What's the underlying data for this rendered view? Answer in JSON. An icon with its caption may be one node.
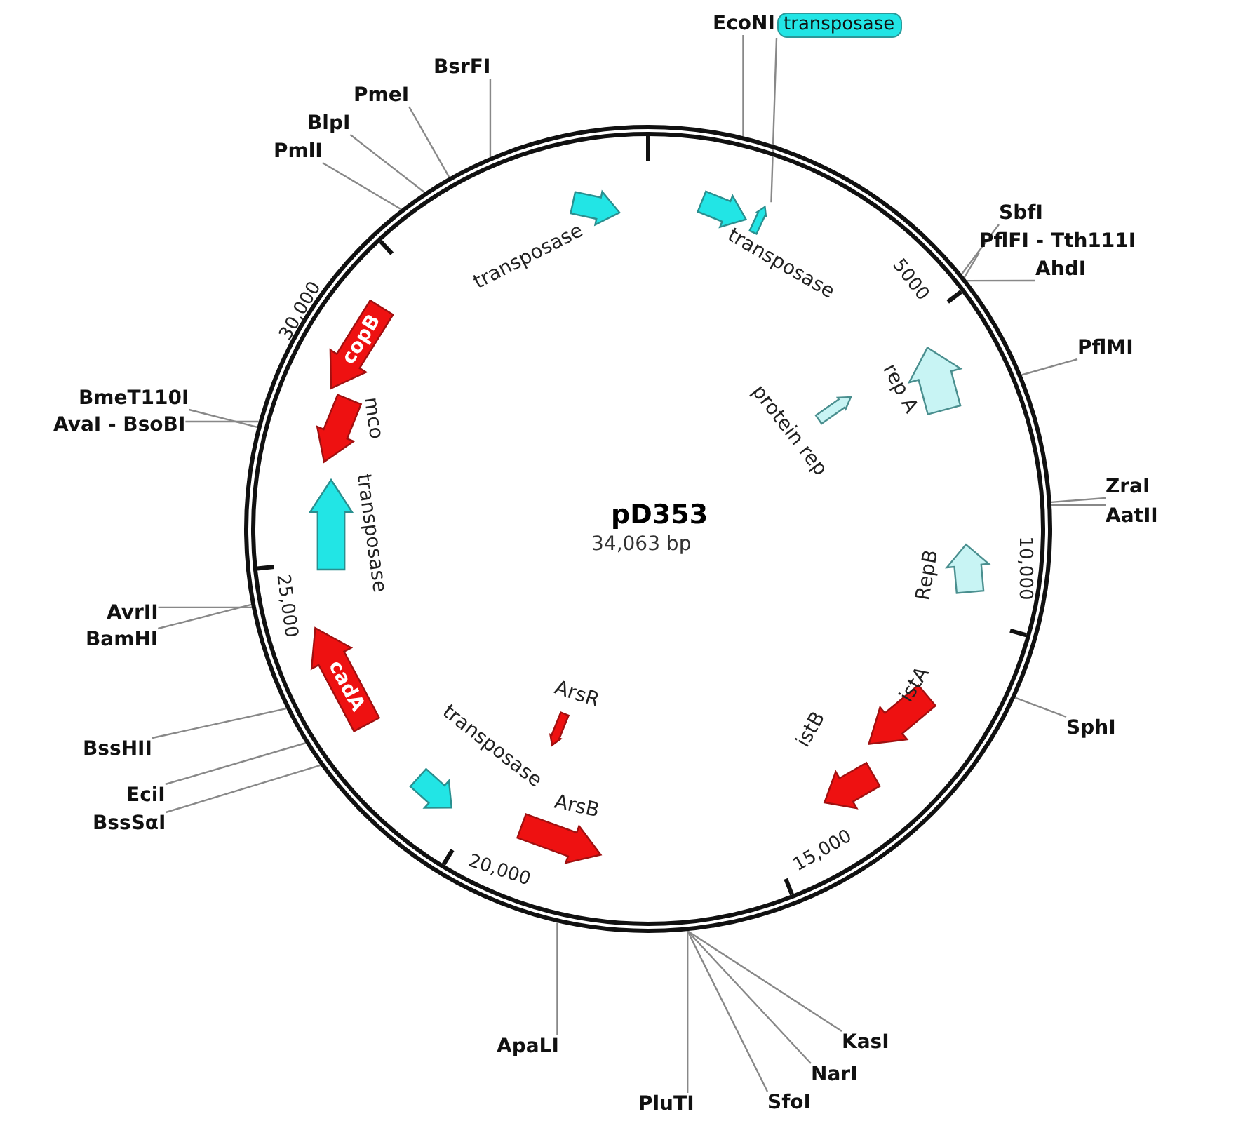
{
  "diagram": {
    "nodes": [
      {
        "text": [
          "pD353",
          "34,063 bp"
        ]
      },
      {
        "text": [
          "EcoNI"
        ]
      },
      {
        "text": [
          "transposase"
        ]
      },
      {
        "text": [
          "SbfI"
        ]
      },
      {
        "text": [
          "PflFI - Tth111I"
        ]
      },
      {
        "text": [
          "AhdI"
        ]
      },
      {
        "text": [
          "PflMI"
        ]
      },
      {
        "text": [
          "ZraI"
        ]
      },
      {
        "text": [
          "AatII"
        ]
      },
      {
        "text": [
          "SphI"
        ]
      },
      {
        "text": [
          "KasI"
        ]
      },
      {
        "text": [
          "NarI"
        ]
      },
      {
        "text": [
          "SfoI"
        ]
      },
      {
        "text": [
          "PluTI"
        ]
      },
      {
        "text": [
          "ApaLI"
        ]
      },
      {
        "text": [
          "BssSαI"
        ]
      },
      {
        "text": [
          "EciI"
        ]
      },
      {
        "text": [
          "BssHII"
        ]
      },
      {
        "text": [
          "AvrII"
        ]
      },
      {
        "text": [
          "BamHI"
        ]
      },
      {
        "text": [
          "BmeT110I"
        ]
      },
      {
        "text": [
          "AvaI - BsoBI"
        ]
      },
      {
        "text": [
          "PmlI"
        ]
      },
      {
        "text": [
          "BlpI"
        ]
      },
      {
        "text": [
          "PmeI"
        ]
      },
      {
        "text": [
          "BsrFI"
        ]
      },
      {
        "text": [],
        "shape": "arrow",
        "in": 0,
        "beside": [
          "transposase"
        ]
      },
      {
        "text": [],
        "shape": "arrow",
        "in": 0,
        "beside": [
          "transposase"
        ]
      },
      {
        "text": [],
        "shape": "arrow",
        "in": 0
      },
      {
        "text": [],
        "shape": "arrow",
        "in": 0,
        "beside": [
          "rep A"
        ]
      },
      {
        "text": [],
        "shape": "arrow",
        "in": 0,
        "beside": [
          "protein rep"
        ]
      },
      {
        "text": [],
        "shape": "arrow",
        "in": 0,
        "beside": [
          "RepB"
        ]
      },
      {
        "text": [],
        "shape": "arrow",
        "in": 0,
        "beside": [
          "istA"
        ]
      },
      {
        "text": [],
        "shape": "arrow",
        "in": 0,
        "beside": [
          "istB"
        ]
      },
      {
        "text": [],
        "shape": "arrow",
        "in": 0,
        "beside": [
          "ArsB"
        ]
      },
      {
        "text": [],
        "shape": "arrow",
        "in": 0,
        "beside": [
          "ArsR"
        ]
      },
      {
        "text": [],
        "shape": "arrow",
        "in": 0,
        "beside": [
          "transposase"
        ]
      },
      {
        "text": [
          "cadA"
        ],
        "in": 0
      },
      {
        "text": [],
        "shape": "arrow",
        "in": 0,
        "beside": [
          "transposase"
        ]
      },
      {
        "text": [],
        "shape": "arrow",
        "in": 0,
        "beside": [
          "mco"
        ]
      },
      {
        "text": [
          "copB"
        ],
        "in": 0
      }
    ],
    "edges": [
      {
        "from": 1,
        "to": 0,
        "arrow": "none"
      },
      {
        "from": 2,
        "to": 28,
        "arrow": "none"
      },
      {
        "from": 3,
        "to": 0,
        "arrow": "none"
      },
      {
        "from": 4,
        "to": 0,
        "arrow": "none"
      },
      {
        "from": 5,
        "to": 0,
        "arrow": "none"
      },
      {
        "from": 6,
        "to": 0,
        "arrow": "none"
      },
      {
        "from": 7,
        "to": 0,
        "arrow": "none"
      },
      {
        "from": 8,
        "to": 0,
        "arrow": "none"
      },
      {
        "from": 9,
        "to": 0,
        "arrow": "none"
      },
      {
        "from": 10,
        "to": 0,
        "arrow": "none"
      },
      {
        "from": 11,
        "to": 0,
        "arrow": "none"
      },
      {
        "from": 12,
        "to": 0,
        "arrow": "none"
      },
      {
        "from": 13,
        "to": 0,
        "arrow": "none"
      },
      {
        "from": 14,
        "to": 0,
        "arrow": "none"
      },
      {
        "from": 15,
        "to": 0,
        "arrow": "none"
      },
      {
        "from": 16,
        "to": 0,
        "arrow": "none"
      },
      {
        "from": 17,
        "to": 0,
        "arrow": "none"
      },
      {
        "from": 18,
        "to": 0,
        "arrow": "none"
      },
      {
        "from": 19,
        "to": 0,
        "arrow": "none"
      },
      {
        "from": 20,
        "to": 0,
        "arrow": "none"
      },
      {
        "from": 21,
        "to": 0,
        "arrow": "none"
      },
      {
        "from": 22,
        "to": 0,
        "arrow": "none"
      },
      {
        "from": 23,
        "to": 0,
        "arrow": "none"
      },
      {
        "from": 24,
        "to": 0,
        "arrow": "none"
      },
      {
        "from": 25,
        "to": 0,
        "arrow": "none"
      }
    ],
    "labels": [
      "5000",
      "10,000",
      "15,000",
      "20,000",
      "25,000",
      "30,000"
    ]
  }
}
